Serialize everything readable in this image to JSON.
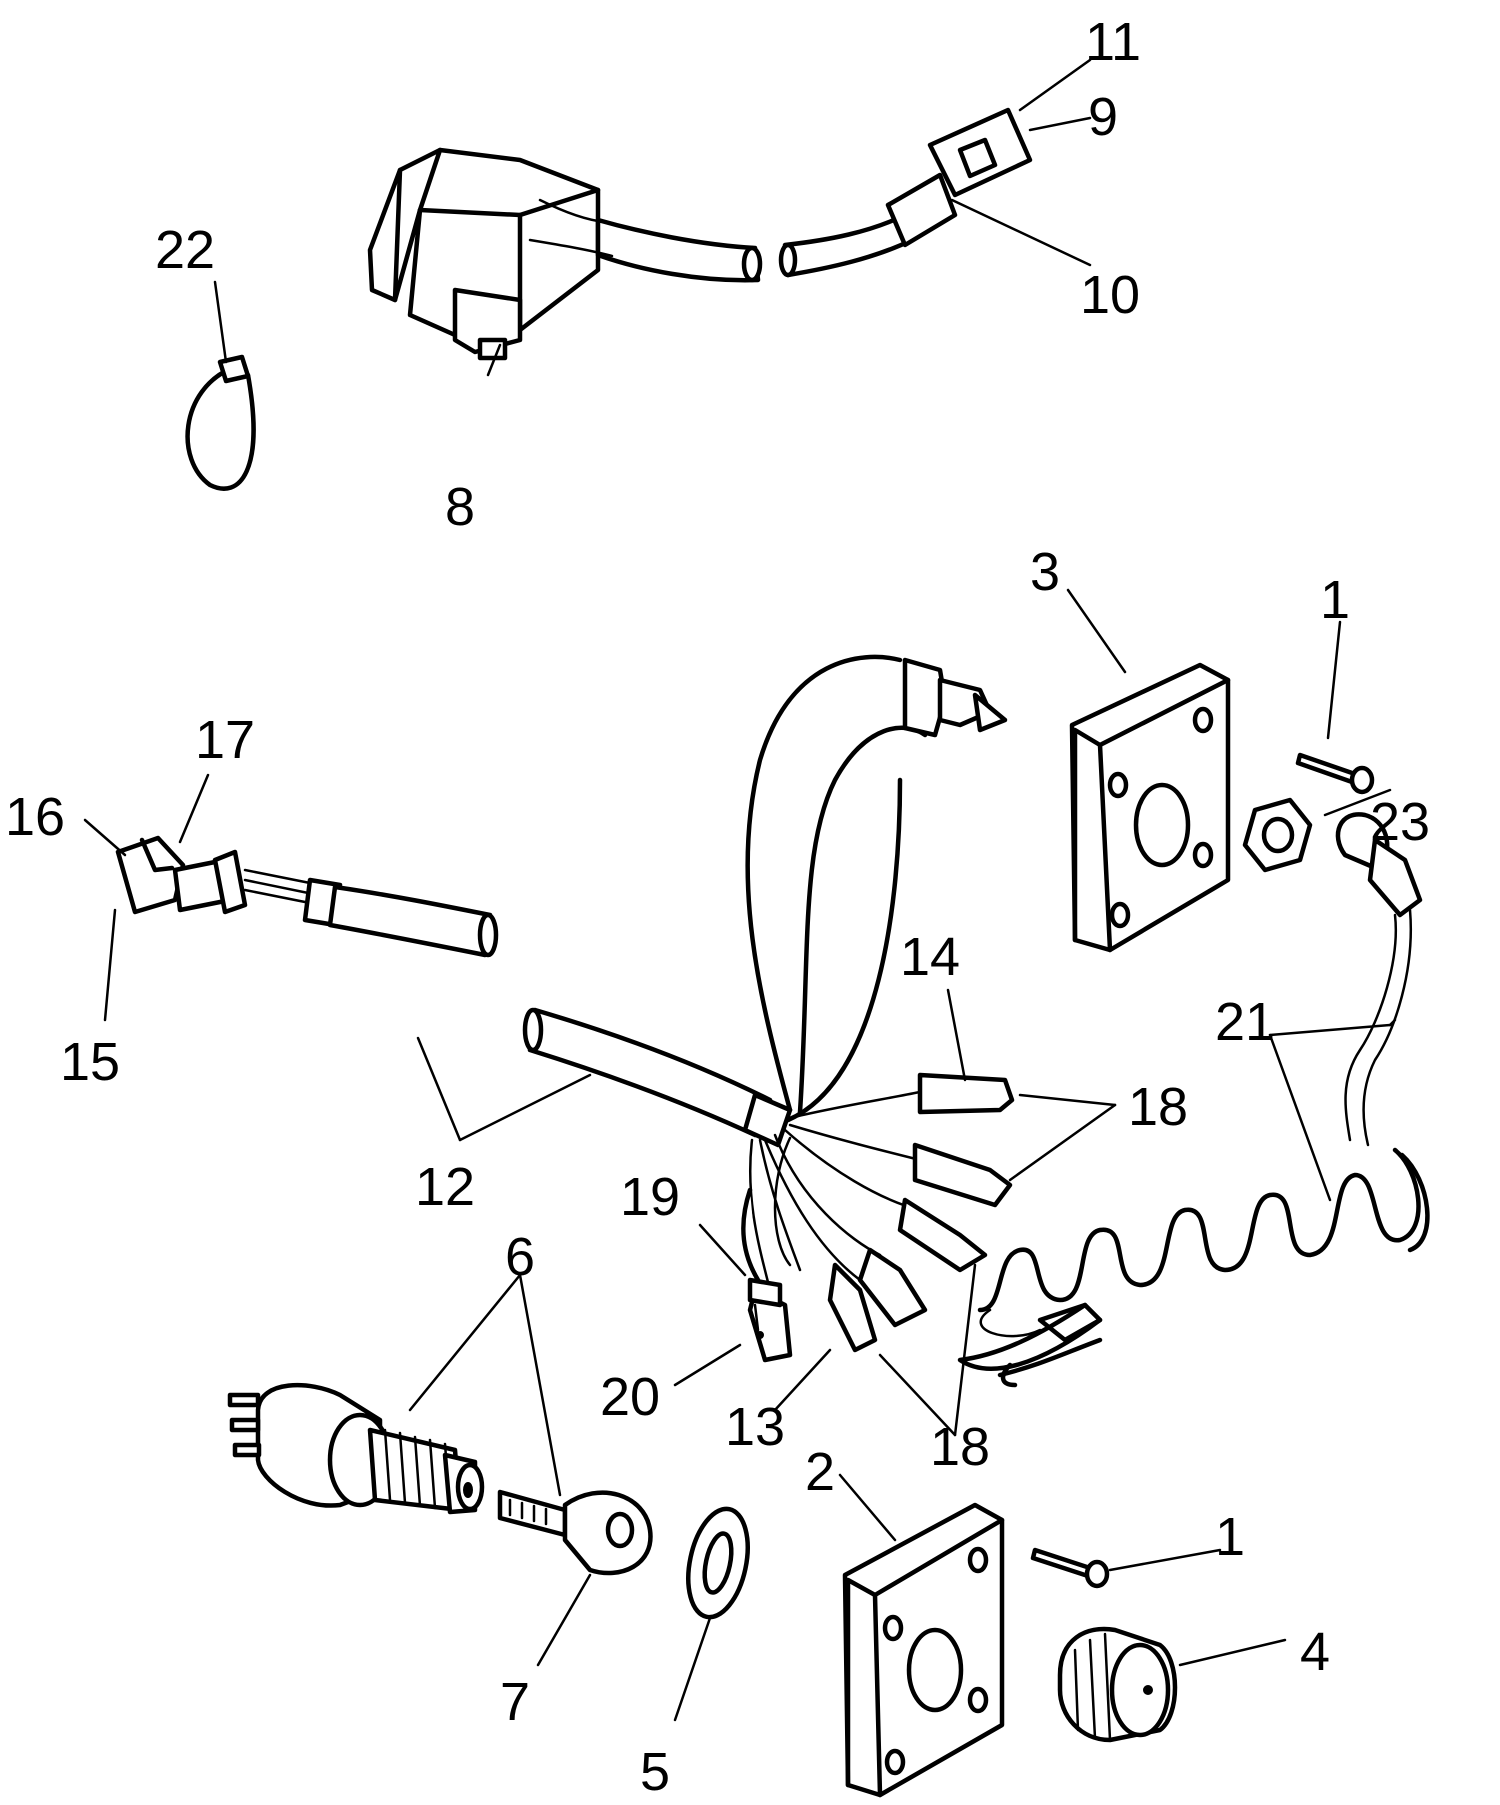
{
  "callouts": [
    {
      "id": "c22",
      "text": "22"
    },
    {
      "id": "c8",
      "text": "8"
    },
    {
      "id": "c11",
      "text": "11"
    },
    {
      "id": "c9",
      "text": "9"
    },
    {
      "id": "c10",
      "text": "10"
    },
    {
      "id": "c3",
      "text": "3"
    },
    {
      "id": "c1a",
      "text": "1"
    },
    {
      "id": "c17",
      "text": "17"
    },
    {
      "id": "c16",
      "text": "16"
    },
    {
      "id": "c15",
      "text": "15"
    },
    {
      "id": "c23",
      "text": "23"
    },
    {
      "id": "c14",
      "text": "14"
    },
    {
      "id": "c21",
      "text": "21"
    },
    {
      "id": "c18a",
      "text": "18"
    },
    {
      "id": "c12",
      "text": "12"
    },
    {
      "id": "c19",
      "text": "19"
    },
    {
      "id": "c6",
      "text": "6"
    },
    {
      "id": "c20",
      "text": "20"
    },
    {
      "id": "c13",
      "text": "13"
    },
    {
      "id": "c18b",
      "text": "18"
    },
    {
      "id": "c2",
      "text": "2"
    },
    {
      "id": "c1b",
      "text": "1"
    },
    {
      "id": "c4",
      "text": "4"
    },
    {
      "id": "c7",
      "text": "7"
    },
    {
      "id": "c5",
      "text": "5"
    }
  ]
}
